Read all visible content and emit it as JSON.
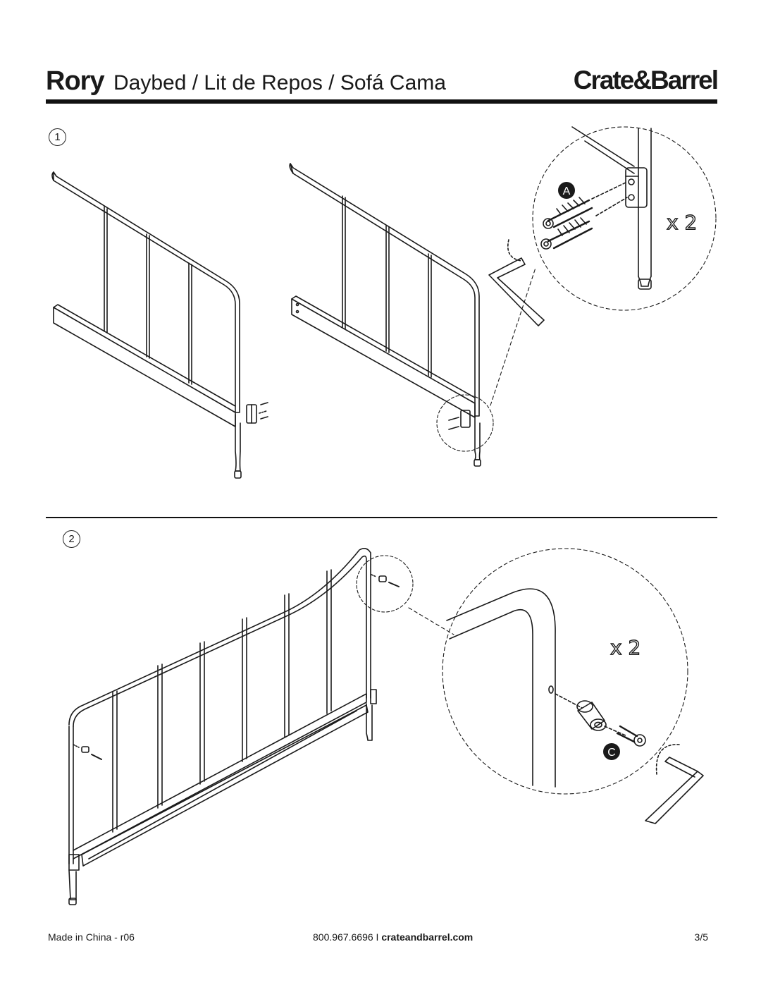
{
  "header": {
    "title_bold": "Rory",
    "title_rest": "Daybed / Lit de Repos / Sofá Cama",
    "brand": "Crate&Barrel"
  },
  "steps": {
    "step1": "1",
    "step2": "2"
  },
  "callouts": {
    "part_a": "A",
    "part_c": "C",
    "qty_step1": "x 2",
    "qty_step2": "x 2"
  },
  "footer": {
    "made_in": "Made in China - r06",
    "phone": "800.967.6696",
    "separator": "I",
    "website": "crateandbarrel.com",
    "page": "3/5"
  }
}
